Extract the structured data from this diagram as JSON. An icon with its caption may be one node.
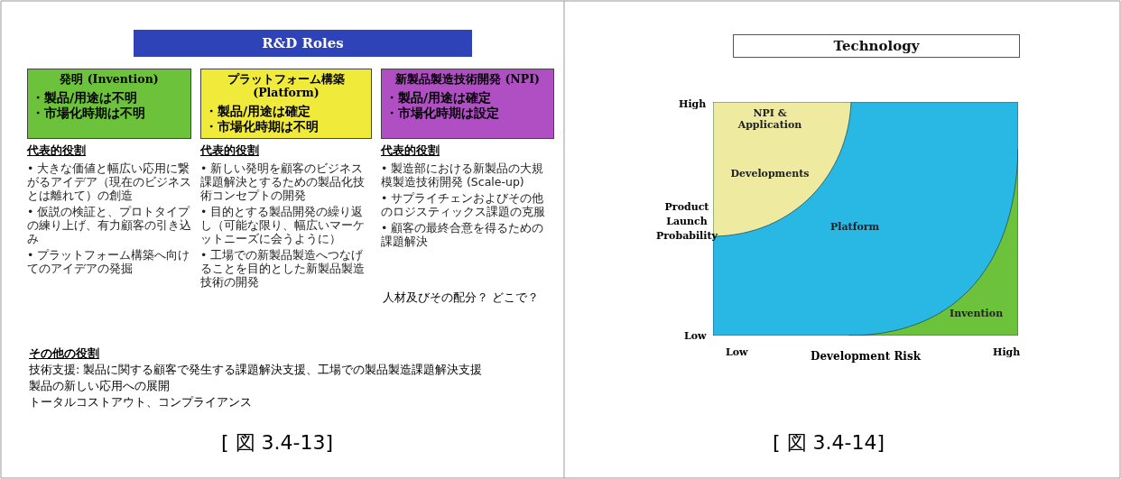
{
  "diagram": {
    "nodes": [
      {
        "text": [
          "R&D Roles"
        ]
      },
      {
        "text": [
          "発明 (Invention)",
          "・製品/用途は不明",
          "・市場化時期は不明"
        ],
        "beside": [
          "代表的役割",
          "• 大きな価値と幅広い応用に繋がるアイデア（現在のビジネスとは離れて）の創造",
          "• 仮説の検証と、プロトタイプの練り上げ、有力顧客の引き込み",
          "• プラットフォーム構築へ向けてのアイデアの発掘"
        ]
      },
      {
        "text": [
          "プラットフォーム構築 (Platform)",
          "・製品/用途は確定",
          "・市場化時期は不明"
        ],
        "beside": [
          "代表的役割",
          "• 新しい発明を顧客のビジネス課題解決とするための製品化技術コンセプトの開発",
          "• 目的とする製品開発の繰り返し（可能な限り、幅広いマーケットニーズに会うように）",
          "• 工場での新製品製造へつなげることを目的とした新製品製造技術の開発"
        ]
      },
      {
        "text": [
          "新製品製造技術開発 (NPI)",
          "・製品/用途は確定",
          "・市場化時期は設定"
        ],
        "beside": [
          "代表的役割",
          "• 製造部における新製品の大規模製造技術開発 (Scale-up)",
          "• サプライチェンおよびその他のロジスティックス課題の克服",
          "• 顧客の最終合意を得るための課題解決"
        ]
      },
      {
        "text": [
          "Technology"
        ]
      },
      {
        "text": [
          "Platform"
        ]
      },
      {
        "text": [
          "NPI & Application",
          "Developments"
        ],
        "in": 5
      },
      {
        "text": [
          "Invention"
        ],
        "in": 5
      }
    ],
    "edges": [],
    "labels": [
      "人材及びその配分？ どこで？",
      "その他の役割",
      "技術支援: 製品に関する顧客で発生する課題解決支援、工場での製品製造課題解決支援",
      "製品の新しい応用への展開",
      "トータルコストアウト、コンプライアンス",
      "[ 図 3.4-13]",
      "High",
      "Product Launch Probability",
      "Low",
      "Low",
      "Development Risk",
      "High",
      "[ 図 3.4-14]"
    ]
  }
}
